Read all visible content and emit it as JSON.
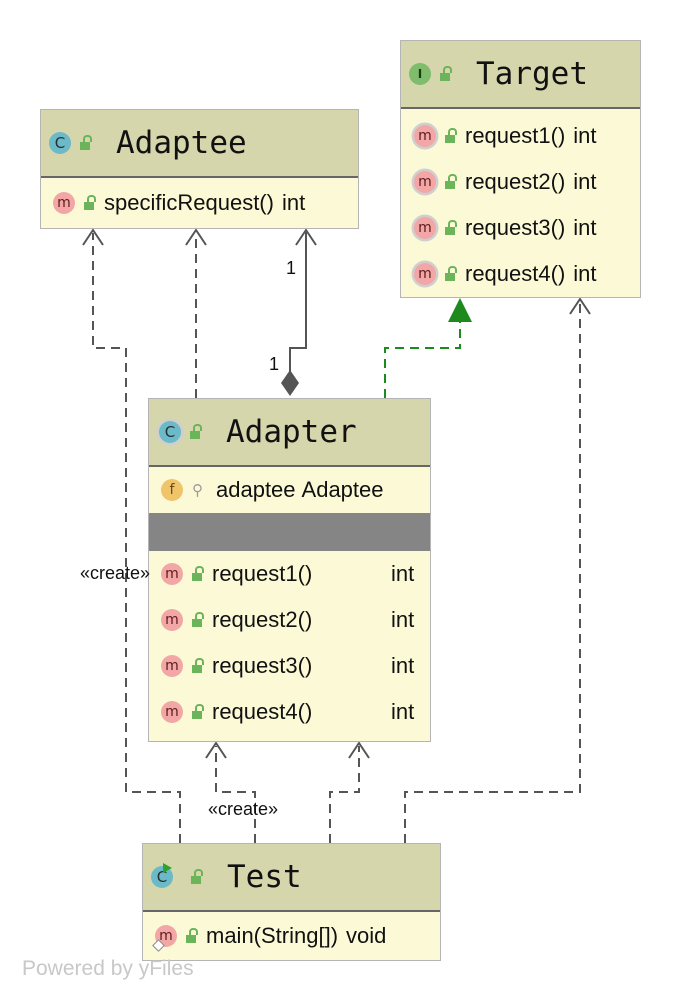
{
  "classes": {
    "adaptee": {
      "name": "Adaptee",
      "badge": "C",
      "methods": [
        {
          "name": "specificRequest()",
          "type": "int"
        }
      ]
    },
    "target": {
      "name": "Target",
      "badge": "I",
      "methods": [
        {
          "name": "request1()",
          "type": "int"
        },
        {
          "name": "request2()",
          "type": "int"
        },
        {
          "name": "request3()",
          "type": "int"
        },
        {
          "name": "request4()",
          "type": "int"
        }
      ]
    },
    "adapter": {
      "name": "Adapter",
      "badge": "C",
      "fields": [
        {
          "name": "adaptee",
          "type": "Adaptee"
        }
      ],
      "methods": [
        {
          "name": "request1()",
          "type": "int"
        },
        {
          "name": "request2()",
          "type": "int"
        },
        {
          "name": "request3()",
          "type": "int"
        },
        {
          "name": "request4()",
          "type": "int"
        }
      ]
    },
    "test": {
      "name": "Test",
      "badge": "C",
      "methods": [
        {
          "name": "main(String[])",
          "type": "void"
        }
      ]
    }
  },
  "badges": {
    "method": "m",
    "field": "f"
  },
  "labels": {
    "multiplicity_top": "1",
    "multiplicity_bottom": "1",
    "create_left": "«create»",
    "create_bottom": "«create»"
  },
  "watermark": "Powered by yFiles",
  "colors": {
    "header": "#d6d6ad",
    "body": "#fcfad6",
    "realization": "#1e8a1e",
    "dependency": "#555555",
    "composition": "#555555"
  }
}
